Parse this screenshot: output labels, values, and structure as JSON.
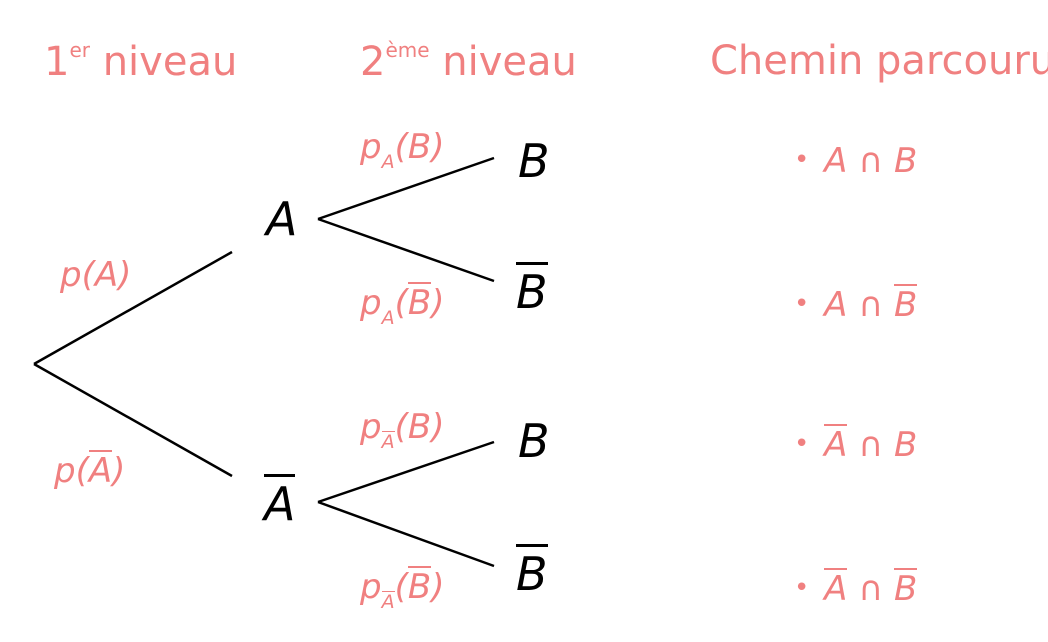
{
  "colors": {
    "accent": "#f08080",
    "line": "#000000",
    "node_text": "#000000"
  },
  "headers": {
    "level1": {
      "num": "1",
      "sup": "er",
      "text": "niveau"
    },
    "level2": {
      "num": "2",
      "sup": "ème",
      "text": "niveau"
    },
    "path": "Chemin parcouru"
  },
  "nodes": {
    "a": "A",
    "a_bar": "A",
    "b1": "B",
    "b1_bar": "B",
    "b2": "B",
    "b2_bar": "B"
  },
  "probabilities": {
    "p_a": {
      "p": "p(",
      "ev": "A",
      "close": ")"
    },
    "p_a_bar": {
      "p": "p(",
      "ev": "A",
      "close": ")"
    },
    "pa_b": {
      "p": "p",
      "sub": "A",
      "open": "(",
      "ev": "B",
      "close": ")"
    },
    "pa_b_bar": {
      "p": "p",
      "sub": "A",
      "open": "(",
      "ev": "B",
      "close": ")"
    },
    "pabar_b": {
      "p": "p",
      "sub": "A",
      "open": "(",
      "ev": "B",
      "close": ")"
    },
    "pabar_b_bar": {
      "p": "p",
      "sub": "A",
      "open": "(",
      "ev": "B",
      "close": ")"
    }
  },
  "paths": [
    {
      "bullet": "•",
      "left": "A",
      "op": "∩",
      "right": "B"
    },
    {
      "bullet": "•",
      "left": "A",
      "op": "∩",
      "right": "B"
    },
    {
      "bullet": "•",
      "left": "A",
      "op": "∩",
      "right": "B"
    },
    {
      "bullet": "•",
      "left": "A",
      "op": "∩",
      "right": "B"
    }
  ]
}
